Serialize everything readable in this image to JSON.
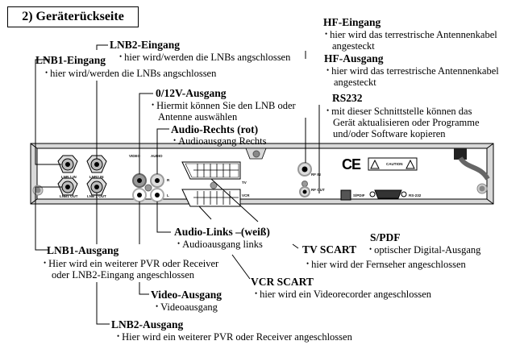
{
  "title": "2) Geräterückseite",
  "callouts": {
    "lnb2_eingang": {
      "heading": "LNB2-Eingang",
      "desc": [
        "hier wird/werden die LNBs angschlossen"
      ]
    },
    "lnb1_eingang": {
      "heading": "LNB1-Eingang",
      "desc": [
        "hier wird/werden die LNBs angschlossen"
      ]
    },
    "v012_ausgang": {
      "heading": "0/12V-Ausgang",
      "desc": [
        "Hiermit können Sie den LNB oder",
        "Antenne auswählen"
      ]
    },
    "audio_rechts": {
      "heading": "Audio-Rechts (rot)",
      "desc": [
        "Audioausgang Rechts"
      ]
    },
    "hf_eingang": {
      "heading": "HF-Eingang",
      "desc": [
        "hier wird das terrestrische Antennenkabel",
        "angesteckt"
      ]
    },
    "hf_ausgang": {
      "heading": "HF-Ausgang",
      "desc": [
        "hier wird das terrestrische Antennenkabel",
        "angesteckt"
      ]
    },
    "rs232": {
      "heading": "RS232",
      "desc": [
        "mit dieser Schnittstelle können das",
        "Gerät aktualisieren oder Programme",
        "und/oder Software kopieren"
      ]
    },
    "audio_links": {
      "heading": "Audio-Links –(weiß)",
      "desc": [
        "Audioausgang links"
      ]
    },
    "lnb1_ausgang": {
      "heading": "LNB1-Ausgang",
      "desc": [
        "Hier wird ein weiterer PVR oder Receiver",
        "oder LNB2-Eingang angeschlossen"
      ]
    },
    "tv_scart": {
      "heading": "TV SCART",
      "desc": [
        "hier wird der Fernseher angeschlossen"
      ]
    },
    "spdif": {
      "heading": "S/PDF",
      "desc": [
        "optischer Digital-Ausgang"
      ]
    },
    "vcr_scart": {
      "heading": "VCR SCART",
      "desc": [
        "hier wird ein Videorecorder angeschlossen"
      ]
    },
    "video_ausgang": {
      "heading": "Video-Ausgang",
      "desc": [
        "Videoausgang"
      ]
    },
    "lnb2_ausgang": {
      "heading": "LNB2-Ausgang",
      "desc": [
        "Hier wird ein weiterer PVR oder Receiver angeschlossen"
      ]
    }
  },
  "device": {
    "labels": {
      "lnb1_in": "LNB 1 IN",
      "lnb2_in": "LNB2 IN",
      "lnb1_out": "LNB1 OUT",
      "lnb2_out": "LNB 2 OUT",
      "video": "VIDEO",
      "audio": "AUDIO",
      "r": "R",
      "l": "L",
      "tv": "TV",
      "vcr": "VCR",
      "rf_in": "RF IN",
      "rf_out": "RF OUT",
      "spdif": "S/PDIF",
      "rs232": "RS-232",
      "ce": "CE",
      "caution": "CAUTION"
    }
  }
}
